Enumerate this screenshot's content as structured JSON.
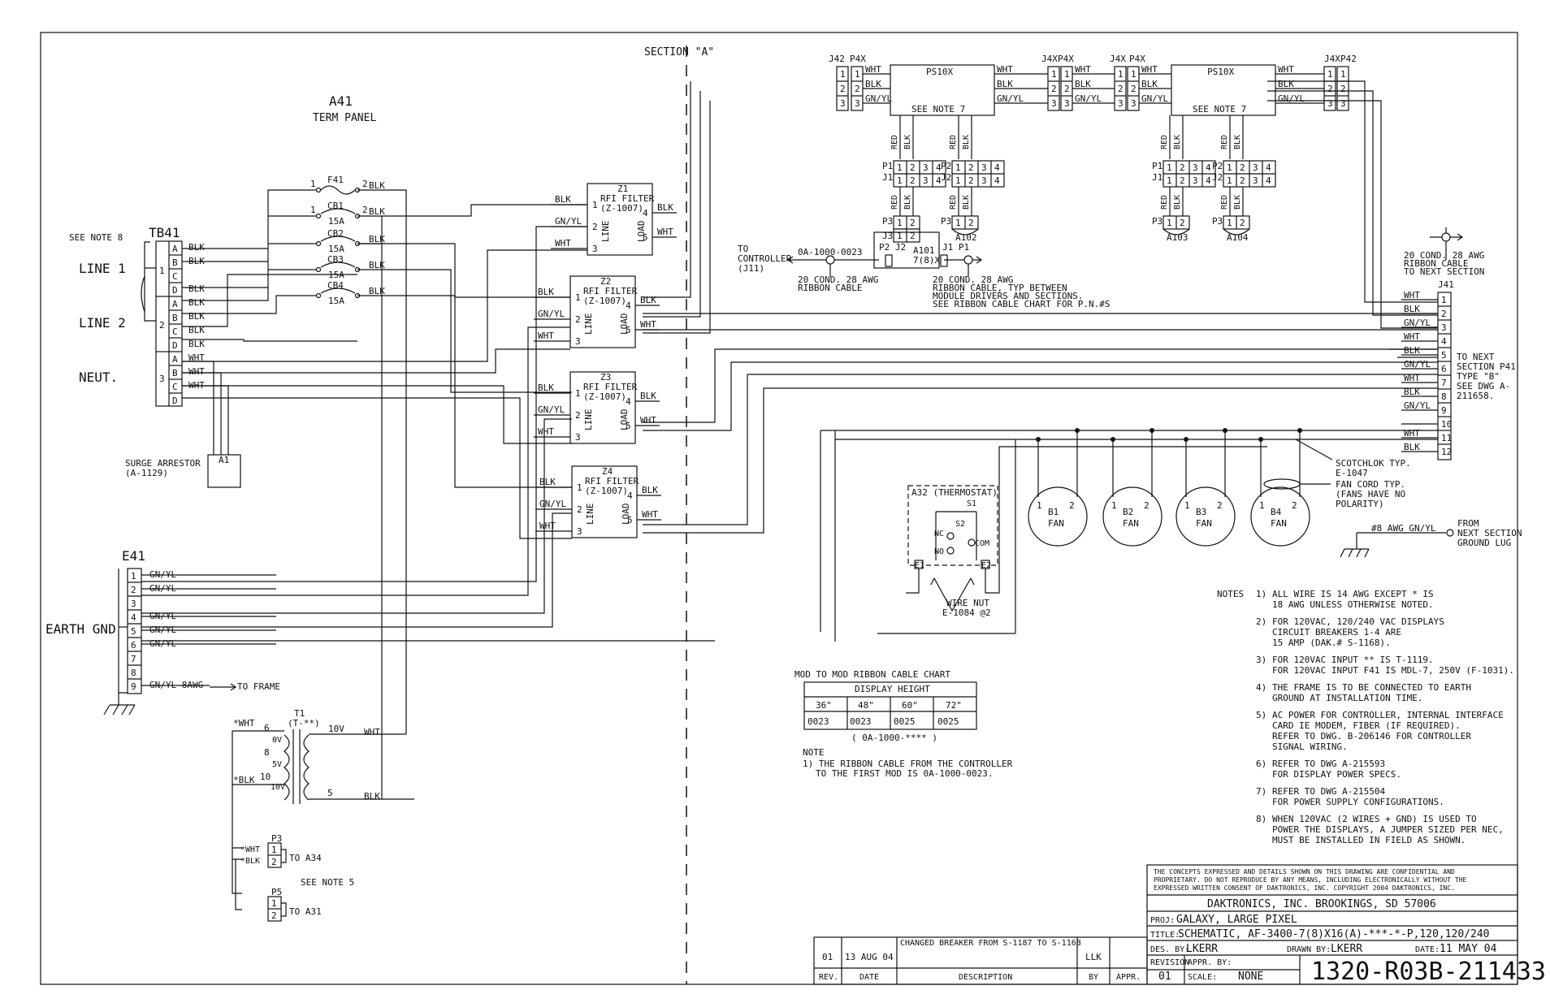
{
  "section": "SECTION \"A\"",
  "a41": {
    "name": "A41",
    "sub": "TERM PANEL"
  },
  "tb41": {
    "name": "TB41",
    "note": "SEE NOTE 8",
    "line1": "LINE 1",
    "line2": "LINE 2",
    "neut": "NEUT.",
    "groups": [
      "1",
      "2",
      "3"
    ],
    "rows": [
      {
        "pin": "A",
        "wire": "BLK"
      },
      {
        "pin": "B",
        "wire": "BLK"
      },
      {
        "pin": "C",
        "wire": ""
      },
      {
        "pin": "D",
        "wire": "BLK"
      },
      {
        "pin": "A",
        "wire": "BLK"
      },
      {
        "pin": "B",
        "wire": "BLK"
      },
      {
        "pin": "C",
        "wire": "BLK"
      },
      {
        "pin": "D",
        "wire": "BLK"
      },
      {
        "pin": "A",
        "wire": "WHT"
      },
      {
        "pin": "B",
        "wire": "WHT"
      },
      {
        "pin": "C",
        "wire": "WHT"
      },
      {
        "pin": "D",
        "wire": ""
      }
    ]
  },
  "breakers": [
    {
      "label": "F41",
      "rating": "",
      "p1": "1",
      "p2": "2",
      "wire": "BLK"
    },
    {
      "label": "CB1",
      "rating": "15A",
      "p1": "1",
      "p2": "2",
      "wire": "BLK"
    },
    {
      "label": "CB2",
      "rating": "15A",
      "p1": "",
      "p2": "",
      "wire": "BLK"
    },
    {
      "label": "CB3",
      "rating": "15A",
      "p1": "",
      "p2": "",
      "wire": "BLK"
    },
    {
      "label": "CB4",
      "rating": "15A",
      "p1": "",
      "p2": "",
      "wire": "BLK"
    }
  ],
  "filters": [
    {
      "name": "Z1",
      "l1": "RFI FILTER",
      "l2": "(Z-1007)",
      "line": "LINE",
      "load": "LOAD",
      "in": [
        "BLK",
        "GN/YL",
        "WHT"
      ],
      "out": [
        "BLK",
        "WHT"
      ],
      "pins": [
        "1",
        "2",
        "3",
        "4",
        "5"
      ]
    },
    {
      "name": "Z2",
      "l1": "RFI FILTER",
      "l2": "(Z-1007)",
      "line": "LINE",
      "load": "LOAD",
      "in": [
        "BLK",
        "GN/YL",
        "WHT"
      ],
      "out": [
        "BLK",
        "WHT"
      ],
      "pins": [
        "1",
        "2",
        "3",
        "4",
        "5"
      ]
    },
    {
      "name": "Z3",
      "l1": "RFI FILTER",
      "l2": "(Z-1007)",
      "line": "LINE",
      "load": "LOAD",
      "in": [
        "BLK",
        "GN/YL",
        "WHT"
      ],
      "out": [
        "BLK",
        "WHT"
      ],
      "pins": [
        "1",
        "2",
        "3",
        "4",
        "5"
      ]
    },
    {
      "name": "Z4",
      "l1": "RFI FILTER",
      "l2": "(Z-1007)",
      "line": "LINE",
      "load": "LOAD",
      "in": [
        "BLK",
        "GN/YL",
        "WHT"
      ],
      "out": [
        "BLK",
        "WHT"
      ],
      "pins": [
        "1",
        "2",
        "3",
        "4",
        "5"
      ]
    }
  ],
  "surge": {
    "label": "SURGE ARRESTOR",
    "part": "(A-1129)",
    "name": "A1"
  },
  "e41": {
    "name": "E41",
    "label": "EARTH GND",
    "pins": [
      "1",
      "2",
      "3",
      "4",
      "5",
      "6",
      "7",
      "8",
      "9"
    ],
    "wires": [
      "GN/YL",
      "GN/YL",
      "",
      "GN/YL",
      "GN/YL",
      "GN/YL",
      "",
      "",
      "GN/YL 8AWG"
    ],
    "frame": "TO FRAME"
  },
  "t1": {
    "name": "T1",
    "part": "(T-**)",
    "pins": [
      "6",
      "8",
      "10",
      "10V",
      "5"
    ],
    "taps": [
      "0V",
      "5V",
      "10V"
    ],
    "wires": [
      "*WHT",
      "*BLK",
      "WHT",
      "BLK"
    ]
  },
  "p3": {
    "name": "P3",
    "pins": [
      "1",
      "2"
    ],
    "wires": [
      "*WHT",
      "*BLK"
    ],
    "to": "TO A34"
  },
  "p5": {
    "name": "P5",
    "pins": [
      "1",
      "2"
    ],
    "to": "TO A31"
  },
  "note5": "SEE NOTE 5",
  "ps": [
    {
      "name": "PS10X",
      "note": "SEE NOTE 7"
    },
    {
      "name": "PS10X",
      "note": "SEE NOTE 7"
    }
  ],
  "conn_heads": [
    "J42",
    "P4X",
    "J4X",
    "P4X",
    "J4X",
    "P4X",
    "J4X",
    "P42"
  ],
  "ps_wires": [
    "WHT",
    "BLK",
    "GN/YL"
  ],
  "ps_pins": [
    "1",
    "2",
    "3"
  ],
  "mod_conn": {
    "p1": "P1",
    "j1": "J1",
    "p2": "P2",
    "j2": "J2",
    "p3": "P3",
    "j3": "J3",
    "pins4": [
      "1",
      "2",
      "3",
      "4"
    ],
    "pins2": [
      "1",
      "2"
    ],
    "red": "RED",
    "blk": "BLK",
    "mods": [
      "A101",
      "A102",
      "A103",
      "A104"
    ],
    "a101_sub": "7(8)X4",
    "j1p1": "J1 P1",
    "p2j2": "P2 J2"
  },
  "controller": {
    "to": "TO",
    "ctrl": "CONTROLLER",
    "j11": "(J11)",
    "part": "0A-1000-0023",
    "cable1": "20 COND. 28 AWG",
    "cable1b": "RIBBON CABLE",
    "cable2": "20 COND. 28 AWG",
    "cable2b": "RIBBON CABLE, TYP BETWEEN",
    "cable2c": "MODULE DRIVERS AND SECTIONS.",
    "cable2d": "SEE RIBBON CABLE CHART FOR P.N.#S"
  },
  "next_ribbon": [
    "20 COND. 28 AWG",
    "RIBBON CABLE",
    "TO NEXT SECTION"
  ],
  "j41": {
    "name": "J41",
    "pins": [
      "1",
      "2",
      "3",
      "4",
      "5",
      "6",
      "7",
      "8",
      "9",
      "10",
      "11",
      "12"
    ],
    "wires": [
      "WHT",
      "BLK",
      "GN/YL",
      "WHT",
      "BLK",
      "GN/YL",
      "WHT",
      "BLK",
      "GN/YL",
      "",
      "WHT",
      "BLK"
    ],
    "to": [
      "TO NEXT",
      "SECTION P41",
      "TYPE \"B\"",
      "SEE DWG A-",
      "211658."
    ]
  },
  "fans": [
    {
      "name": "B1",
      "sub": "FAN"
    },
    {
      "name": "B2",
      "sub": "FAN"
    },
    {
      "name": "B3",
      "sub": "FAN"
    },
    {
      "name": "B4",
      "sub": "FAN"
    }
  ],
  "fan_pins": [
    "1",
    "2"
  ],
  "fan_notes": [
    "SCOTCHLOK TYP.",
    "E-1047",
    "FAN CORD TYP.",
    "(FANS HAVE NO",
    "POLARITY)"
  ],
  "ground_lug": {
    "awg": "#8 AWG GN/YL",
    "l1": "FROM",
    "l2": "NEXT SECTION",
    "l3": "GROUND LUG"
  },
  "thermostat": {
    "name": "A32 (THERMOSTAT)",
    "s1": "S1",
    "s2": "S2",
    "nc": "NC",
    "no": "NO",
    "com": "COM",
    "e1": "E1",
    "e2": "E2",
    "nut": "WIRE NUT",
    "nut2": "E-1084 @2"
  },
  "notes_title": "NOTES",
  "notes": [
    [
      "1)",
      "ALL WIRE IS 14 AWG EXCEPT * IS",
      "18 AWG UNLESS OTHERWISE NOTED."
    ],
    [
      "2)",
      "FOR 120VAC, 120/240 VAC DISPLAYS",
      "CIRCUIT BREAKERS 1-4 ARE",
      "15 AMP (DAK.# S-1168)."
    ],
    [
      "3)",
      "FOR 120VAC INPUT ** IS T-1119.",
      "FOR 120VAC INPUT F41 IS MDL-7, 250V (F-1031)."
    ],
    [
      "4)",
      "THE FRAME IS TO BE CONNECTED TO EARTH",
      "GROUND AT INSTALLATION TIME."
    ],
    [
      "5)",
      "AC POWER FOR CONTROLLER, INTERNAL INTERFACE",
      "CARD IE MODEM, FIBER (IF REQUIRED).",
      "REFER TO DWG. B-206146 FOR CONTROLLER",
      "SIGNAL WIRING."
    ],
    [
      "6)",
      "REFER TO DWG A-215593",
      "FOR DISPLAY POWER SPECS."
    ],
    [
      "7)",
      "REFER TO DWG A-215504",
      "FOR POWER SUPPLY CONFIGURATIONS."
    ],
    [
      "8)",
      "WHEN 120VAC (2 WIRES + GND) IS USED TO",
      "POWER THE DISPLAYS, A JUMPER SIZED PER NEC,",
      "MUST BE INSTALLED IN FIELD AS SHOWN."
    ]
  ],
  "chart": {
    "title": "MOD TO MOD RIBBON CABLE CHART",
    "header": "DISPLAY HEIGHT",
    "cols": [
      "36\"",
      "48\"",
      "60\"",
      "72\""
    ],
    "vals": [
      "0023",
      "0023",
      "0025",
      "0025"
    ],
    "pn": "( 0A-1000-**** )"
  },
  "chart_note": [
    "NOTE",
    "1) THE RIBBON CABLE FROM THE CONTROLLER",
    "TO THE FIRST MOD IS 0A-1000-0023."
  ],
  "revision_table": {
    "rev": "01",
    "date": "13 AUG 04",
    "desc": "CHANGED BREAKER FROM S-1187 TO S-1168",
    "by": "LLK",
    "h_rev": "REV.",
    "h_date": "DATE",
    "h_desc": "DESCRIPTION",
    "h_by": "BY",
    "h_appr": "APPR."
  },
  "title_block": {
    "conf1": "THE CONCEPTS EXPRESSED AND DETAILS SHOWN ON THIS DRAWING ARE CONFIDENTIAL AND",
    "conf2": "PROPRIETARY. DO NOT REPRODUCE BY ANY MEANS, INCLUDING ELECTRONICALLY WITHOUT THE",
    "conf3": "EXPRESSED WRITTEN CONSENT OF DAKTRONICS, INC.            COPYRIGHT 2004 DAKTRONICS, INC.",
    "company": "DAKTRONICS, INC.   BROOKINGS, SD 57006",
    "proj_l": "PROJ:",
    "proj": "GALAXY, LARGE PIXEL",
    "title_l": "TITLE:",
    "title": "SCHEMATIC, AF-3400-7(8)X16(A)-***-*-P,120,120/240",
    "des_l": "DES. BY:",
    "des": "LKERR",
    "drawn_l": "DRAWN BY:",
    "drawn": "LKERR",
    "date_l": "DATE:",
    "date": "11 MAY 04",
    "revision_l": "REVISION",
    "revision": "01",
    "appr_l": "APPR. BY:",
    "scale_l": "SCALE:",
    "scale": "NONE",
    "number": "1320-R03B-211433"
  }
}
